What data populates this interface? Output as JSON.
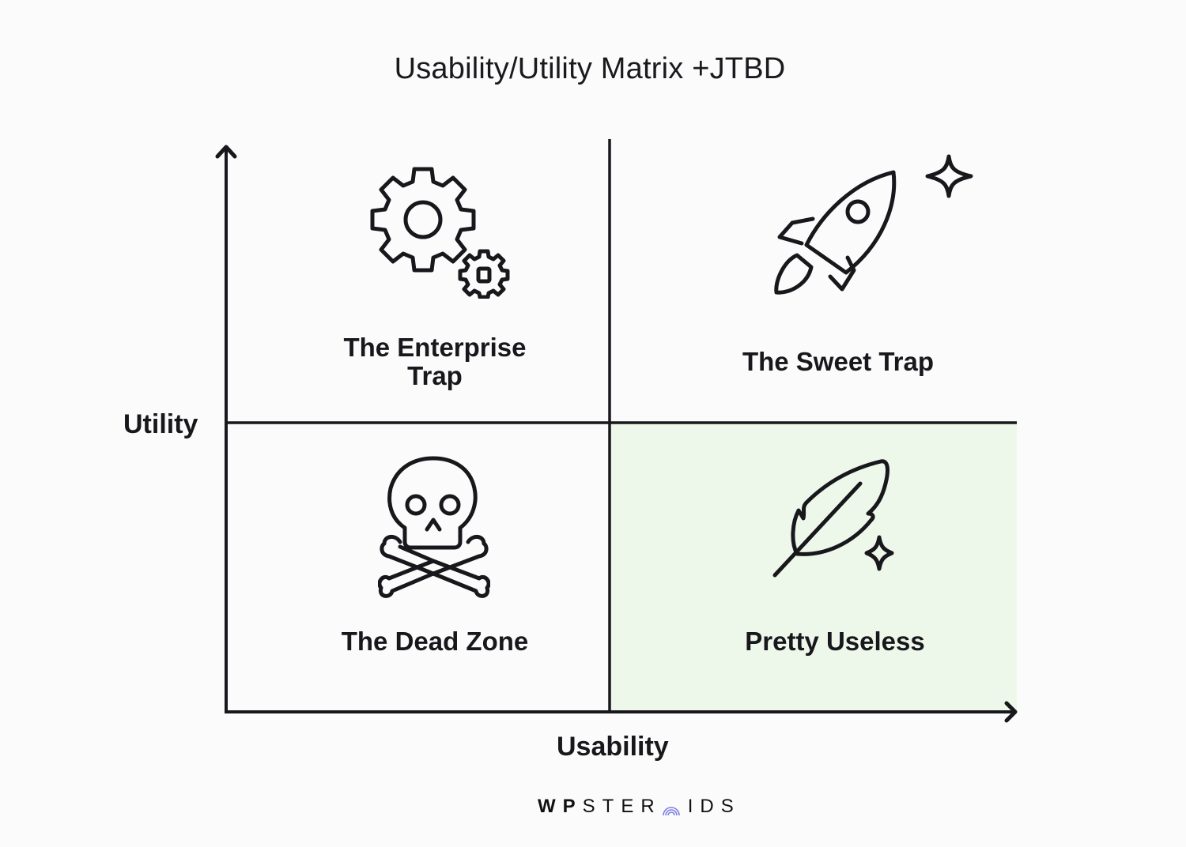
{
  "title": "Usability/Utility Matrix +JTBD",
  "axes": {
    "x_label": "Usability",
    "y_label": "Utility"
  },
  "quadrants": [
    {
      "id": "top-left",
      "label_line1": "The Enterprise",
      "label_line2": "Trap",
      "icon": "gears-icon",
      "highlighted": false
    },
    {
      "id": "top-right",
      "label": "The Sweet Trap",
      "icon": "rocket-icon",
      "highlighted": false
    },
    {
      "id": "bottom-left",
      "label": "The Dead Zone",
      "icon": "skull-crossbones-icon",
      "highlighted": false
    },
    {
      "id": "bottom-right",
      "label": "Pretty Useless",
      "icon": "feather-icon",
      "highlighted": true
    }
  ],
  "colors": {
    "highlight": "#eef8ea",
    "ink": "#18181c",
    "brand_accent": "#7b7fe0"
  },
  "brand": {
    "part1": "WP",
    "part2": "STER",
    "part3": "IDS"
  }
}
